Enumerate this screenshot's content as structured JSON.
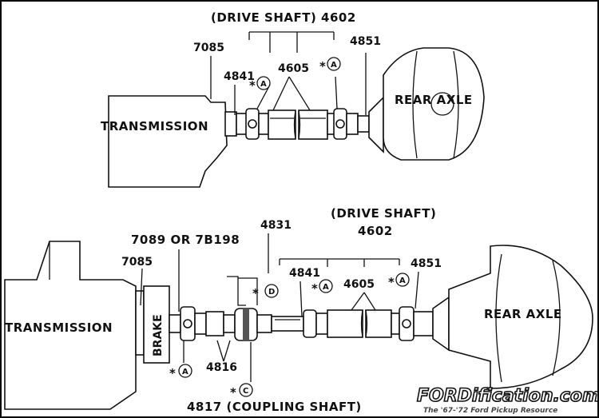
{
  "top": {
    "drive_shaft_label": "(DRIVE SHAFT) 4602",
    "part_7085": "7085",
    "part_4841": "4841",
    "part_4605": "4605",
    "part_4851": "4851",
    "transmission": "TRANSMISSION",
    "rear_axle": "REAR AXLE",
    "star": "*",
    "callout_a": "A"
  },
  "bottom": {
    "drive_shaft_label": "(DRIVE SHAFT)",
    "drive_shaft_number": "4602",
    "part_4831": "4831",
    "part_7089": "7089 OR 7B198",
    "part_7085": "7085",
    "part_4841": "4841",
    "part_4605": "4605",
    "part_4851": "4851",
    "part_4816": "4816",
    "coupling_shaft": "4817 (COUPLING SHAFT)",
    "transmission": "TRANSMISSION",
    "brake": "BRAKE",
    "rear_axle": "REAR AXLE",
    "star": "*",
    "callout_a": "A",
    "callout_c": "C",
    "callout_d": "D"
  },
  "watermark": {
    "brand": "FORDification.com",
    "tagline": "The '67-'72 Ford Pickup Resource"
  }
}
